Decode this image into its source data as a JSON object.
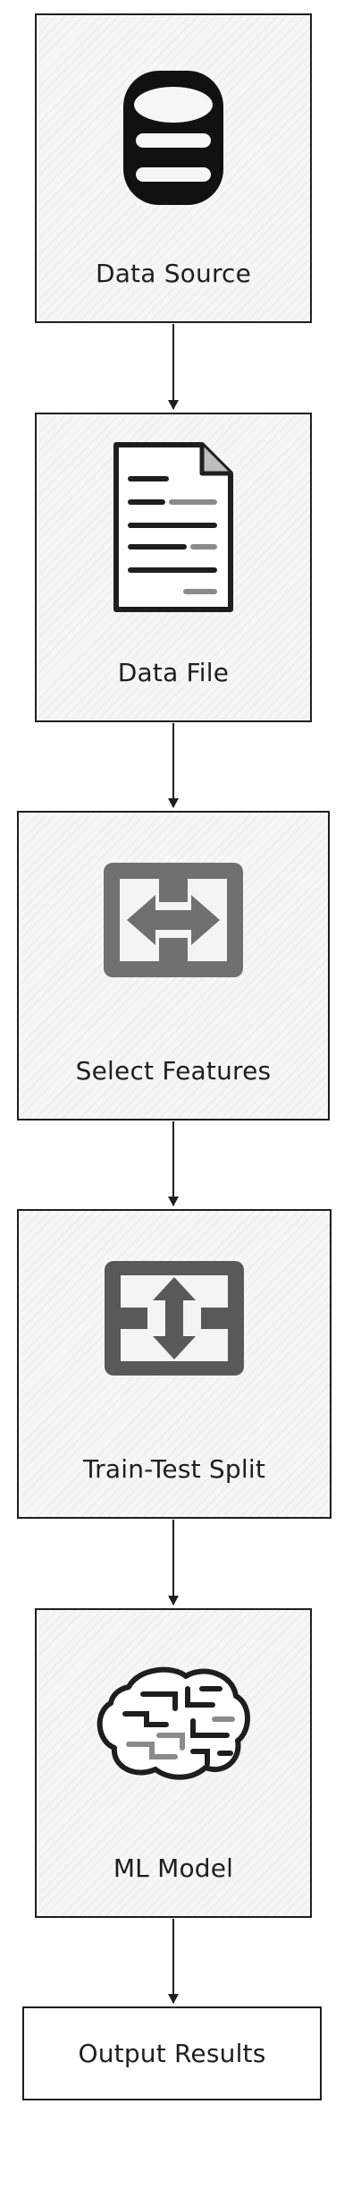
{
  "diagram": {
    "nodes": [
      {
        "id": "n1",
        "label": "Data Source",
        "icon": "database-icon"
      },
      {
        "id": "n2",
        "label": "Data File",
        "icon": "document-icon"
      },
      {
        "id": "n3",
        "label": "Select Features",
        "icon": "horizontal-arrows-icon"
      },
      {
        "id": "n4",
        "label": "Train-Test Split",
        "icon": "vertical-arrows-icon"
      },
      {
        "id": "n5",
        "label": "ML Model",
        "icon": "brain-icon"
      },
      {
        "id": "n6",
        "label": "Output Results"
      }
    ],
    "edges": [
      {
        "from": "n1",
        "to": "n2"
      },
      {
        "from": "n2",
        "to": "n3"
      },
      {
        "from": "n3",
        "to": "n4"
      },
      {
        "from": "n4",
        "to": "n5"
      },
      {
        "from": "n5",
        "to": "n6"
      }
    ]
  }
}
